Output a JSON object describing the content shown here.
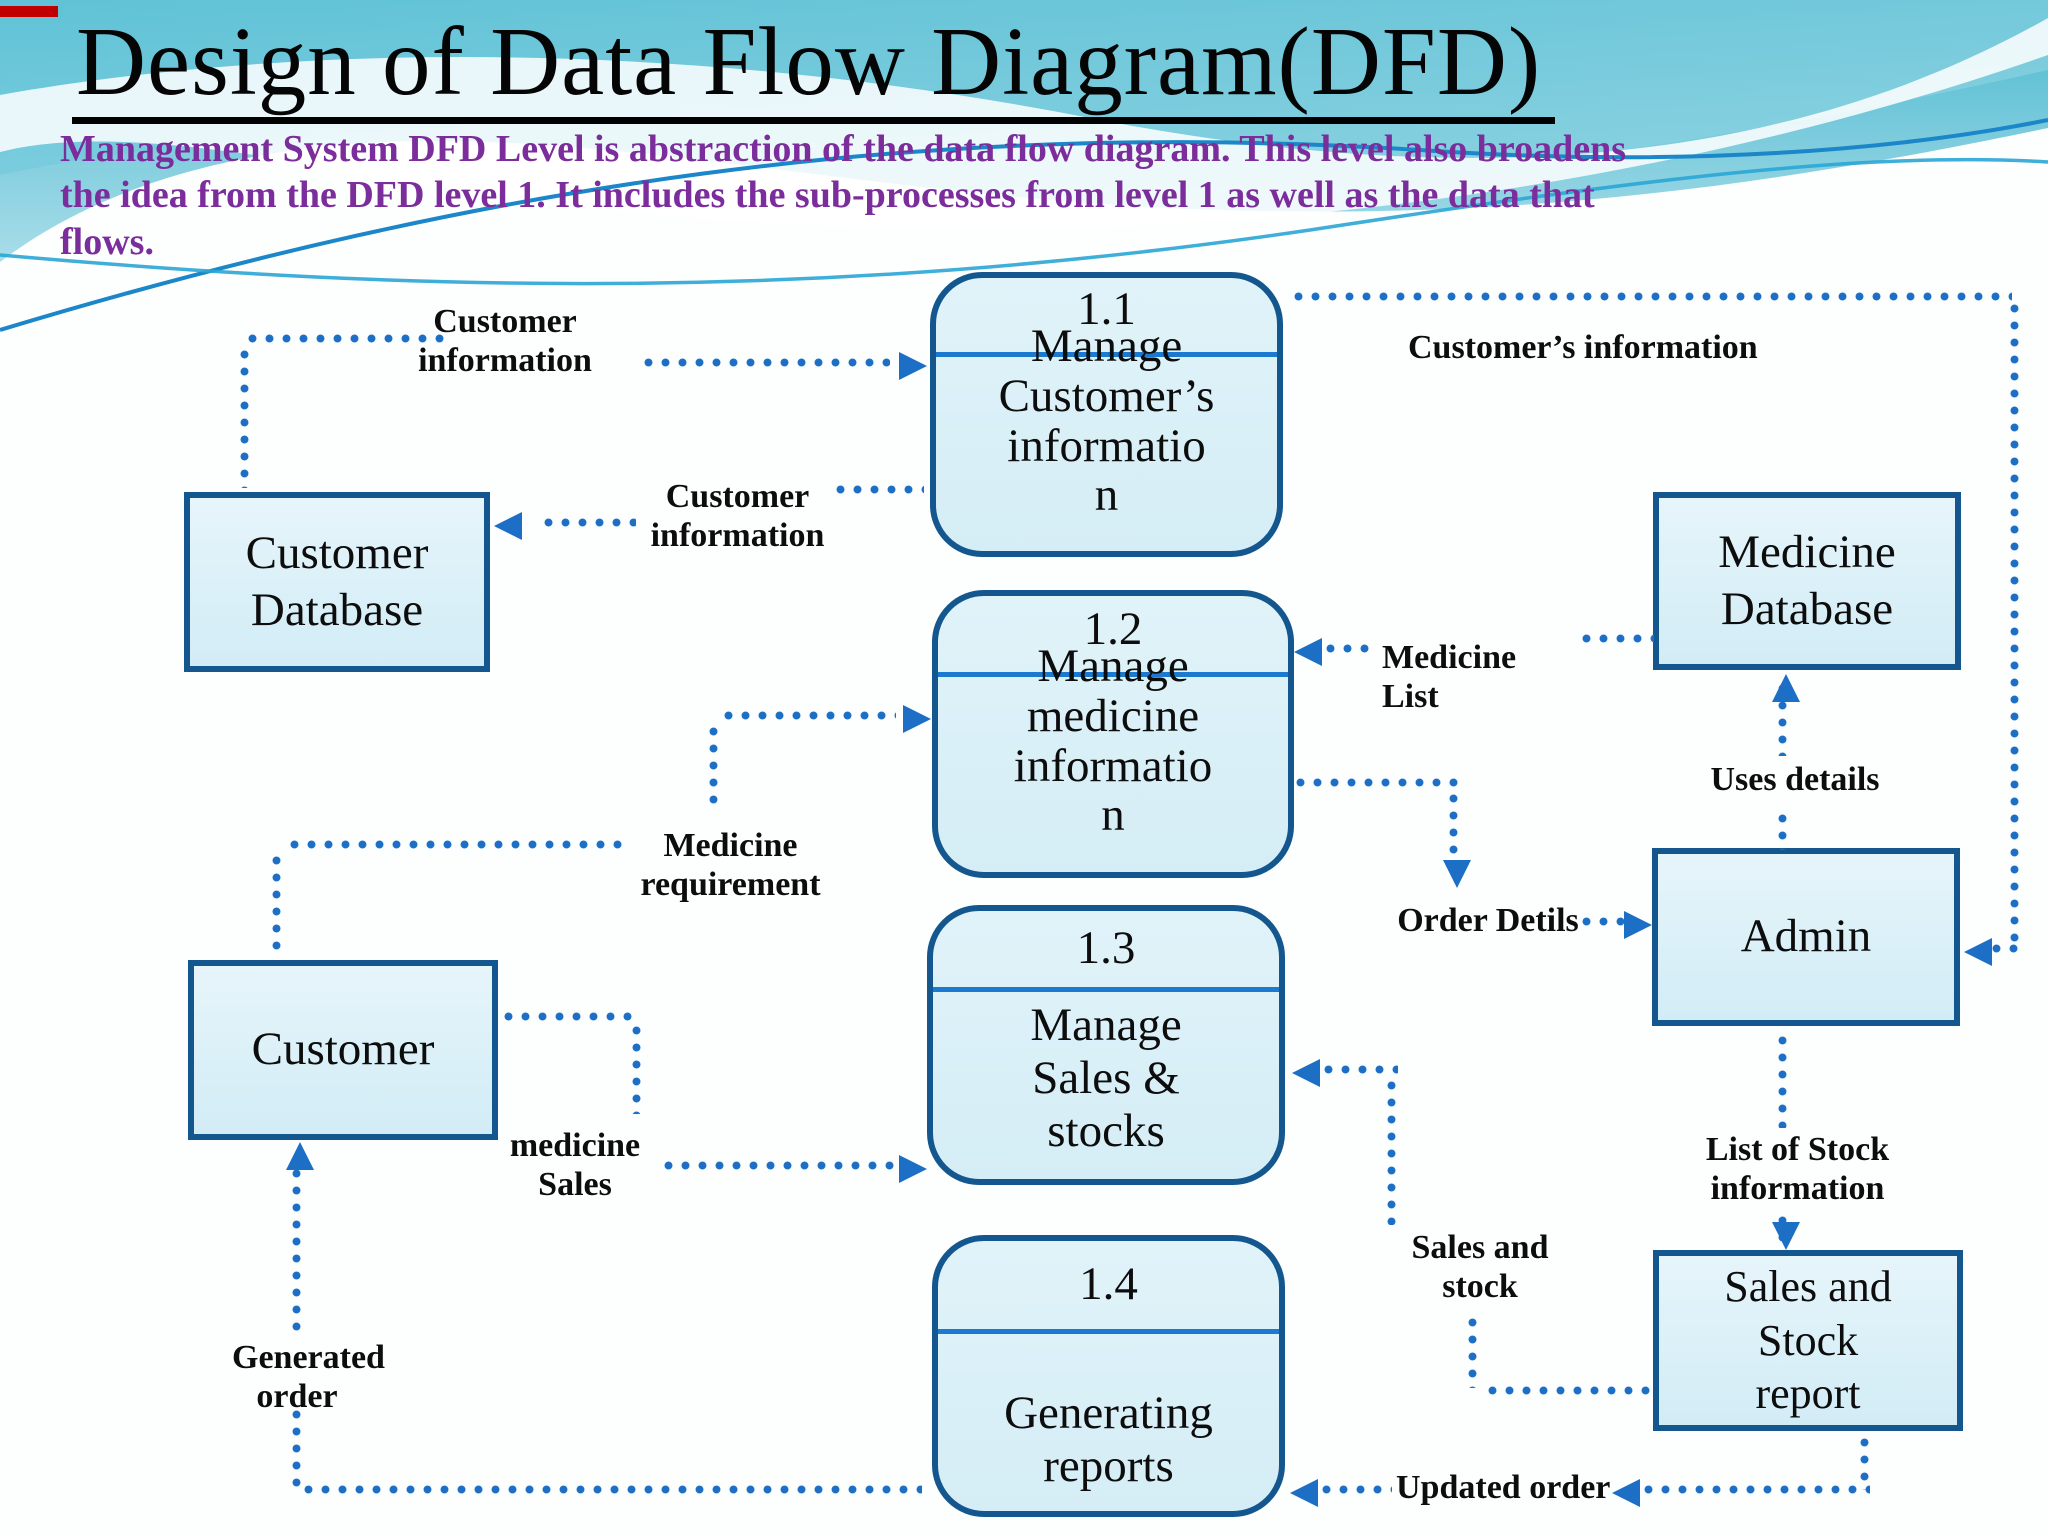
{
  "slide": {
    "title": "Design of Data Flow Diagram(DFD)",
    "description": "Management System DFD Level is abstraction of the data flow  diagram. This level also broadens\nthe idea from the DFD level 1. It includes the sub-processes  from level 1 as well as the data that\nflows."
  },
  "processes": {
    "p11": {
      "number": "1.1",
      "name": "Manage\nCustomer’s\ninformatio\nn"
    },
    "p12": {
      "number": "1.2",
      "name": "Manage\nmedicine\ninformatio\nn"
    },
    "p13": {
      "number": "1.3",
      "name": "Manage\nSales &\nstocks"
    },
    "p14": {
      "number": "1.4",
      "name": "Generating\nreports"
    }
  },
  "entities": {
    "customer_database": {
      "label": "Customer\nDatabase"
    },
    "customer": {
      "label": "Customer"
    },
    "medicine_database": {
      "label": "Medicine\nDatabase"
    },
    "admin": {
      "label": "Admin"
    },
    "sales_stock_report": {
      "label": "Sales and\nStock\nreport"
    }
  },
  "flows": {
    "customer_information_1": "Customer\ninformation",
    "customers_information": "Customer’s information",
    "customer_information_2": "Customer\ninformation",
    "medicine_list": "Medicine\nList",
    "uses_details": "Uses details",
    "order_detils": "Order Detils",
    "medicine_requirement": "Medicine\nrequirement",
    "medicine_sales": "medicine\nSales",
    "sales_and_stock": "Sales and\nstock",
    "list_of_stock_information": "List of Stock\ninformation",
    "generated_order": "Generated\norder",
    "updated_order": "Updated order"
  },
  "colors": {
    "box_border": "#14578f",
    "box_fill": "#d9eff7",
    "divider": "#1b79cf",
    "flow_dots": "#1c6fc4",
    "paragraph": "#7b2d9b",
    "wave_teal": "#53bdd3",
    "title": "#050505"
  }
}
